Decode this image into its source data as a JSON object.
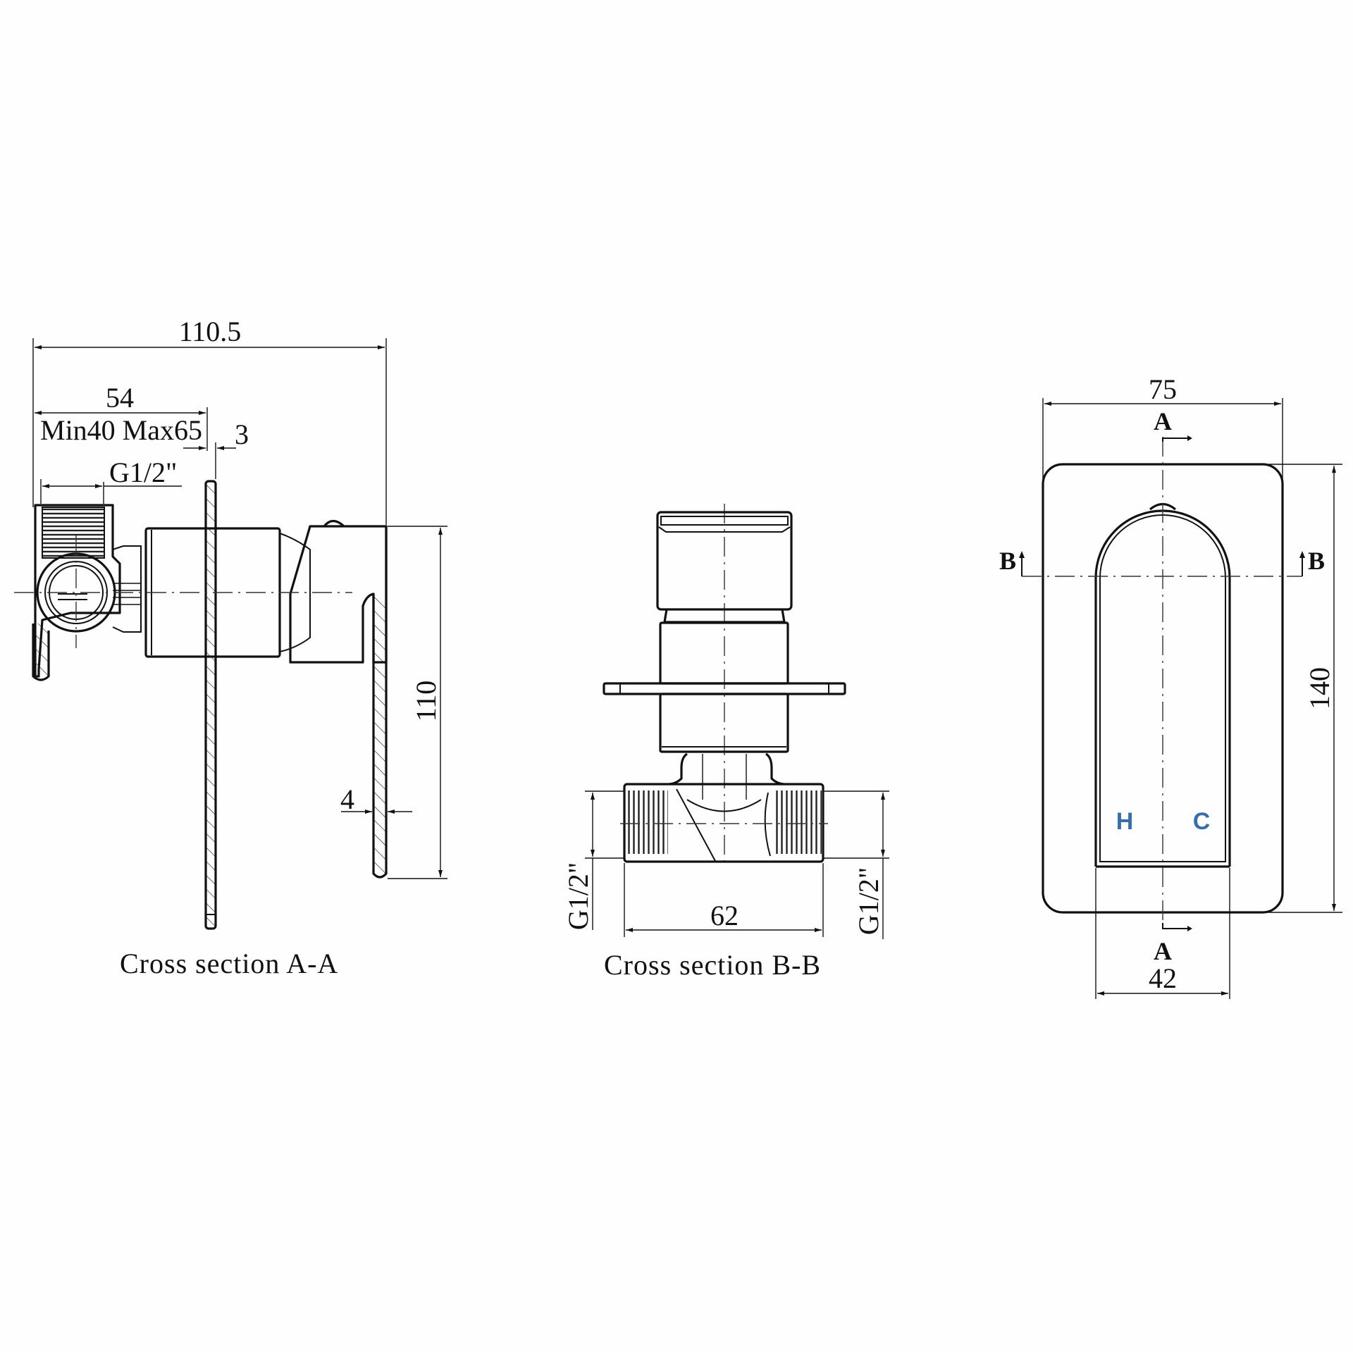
{
  "drawing": {
    "background": "#fefefe",
    "line_color": "#111111",
    "accent_color": "#3a6fa5"
  },
  "section_aa": {
    "caption": "Cross section  A-A",
    "dims": {
      "overall_depth": "110.5",
      "body_depth": "54",
      "adjust_range": "Min40 Max65",
      "plate_thickness": "3",
      "inlet_thread": "G1/2\"",
      "handle_height": "110",
      "handle_thickness": "4"
    }
  },
  "section_bb": {
    "caption": "Cross section  B-B",
    "dims": {
      "body_length": "62",
      "left_thread": "G1/2\"",
      "right_thread": "G1/2\""
    }
  },
  "front_view": {
    "dims": {
      "plate_width": "75",
      "plate_height": "140",
      "handle_width": "42"
    },
    "section_markers": {
      "a_top": "A",
      "a_bottom": "A",
      "b_left": "B",
      "b_right": "B"
    },
    "labels": {
      "hot": "H",
      "cold": "C"
    }
  }
}
